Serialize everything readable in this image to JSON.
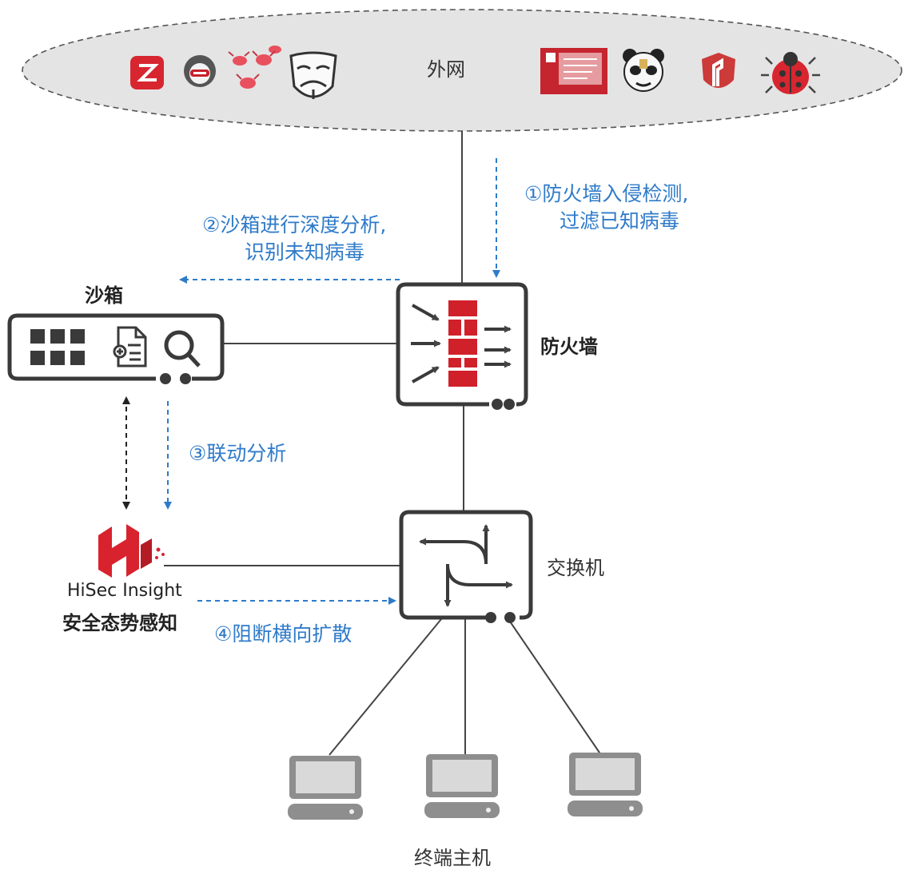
{
  "internet": {
    "label": "外网"
  },
  "threat_icons": [
    "swirl-malware-icon",
    "hacker-face-icon",
    "red-bugs-icon",
    "anonymous-mask-icon",
    "ransomware-screen-icon",
    "panda-virus-icon",
    "trojan-horse-icon",
    "ladybug-virus-icon"
  ],
  "steps": {
    "s1": {
      "line1": "①防火墙入侵检测,",
      "line2": "过滤已知病毒"
    },
    "s2": {
      "line1": "②沙箱进行深度分析,",
      "line2": "识别未知病毒"
    },
    "s3": {
      "line1": "③联动分析"
    },
    "s4": {
      "line1": "④阻断横向扩散"
    }
  },
  "devices": {
    "sandbox": "沙箱",
    "firewall": "防火墙",
    "switch": "交换机",
    "hisec_brand": "HiSec Insight",
    "hisec_name": "安全态势感知",
    "hosts": "终端主机"
  },
  "colors": {
    "step_text": "#2f7bc9",
    "dashed_blue": "#2f7bc9",
    "firewall_red": "#d0202a",
    "device_outline": "#3a3a3a",
    "cloud_fill": "#e4e4e4"
  }
}
